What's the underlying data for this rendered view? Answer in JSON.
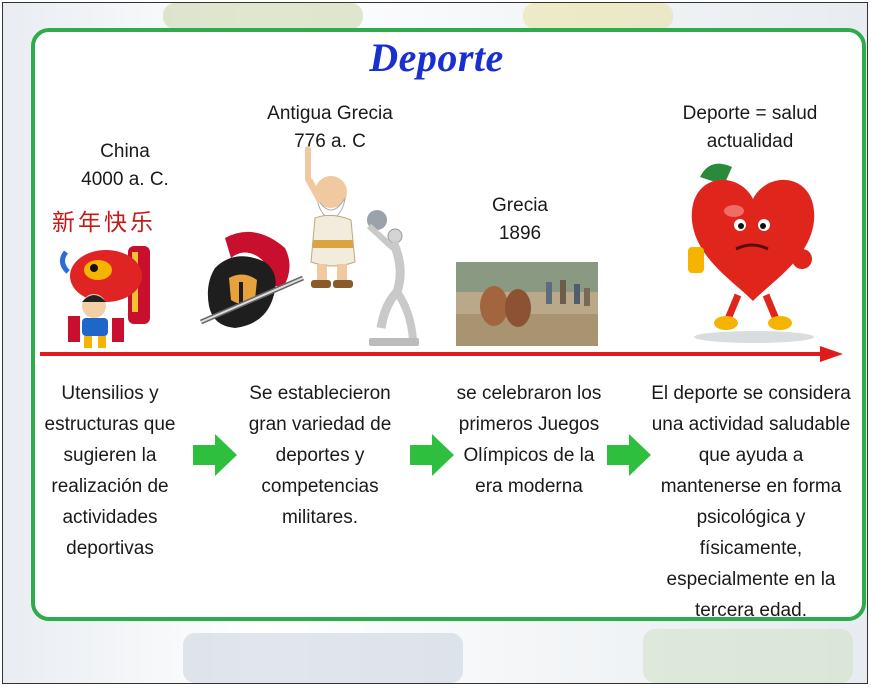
{
  "title": "Deporte",
  "stages": [
    {
      "heading_line1": "China",
      "heading_line2": "4000 a. C.",
      "illustration_text": "新年快乐",
      "description": [
        "Utensilios y",
        "estructuras que",
        "sugieren la",
        "realización de",
        "actividades",
        "deportivas"
      ]
    },
    {
      "heading_line1": "Antigua Grecia",
      "heading_line2": "776 a. C",
      "description": [
        "Se establecieron",
        "gran variedad de",
        "deportes y",
        "competencias",
        "militares."
      ]
    },
    {
      "heading_line1": "Grecia",
      "heading_line2": "1896",
      "description": [
        "se celebraron los",
        "primeros Juegos",
        "Olímpicos de la",
        "era moderna"
      ]
    },
    {
      "heading_line1": "Deporte = salud",
      "heading_line2": "actualidad",
      "description": [
        "El deporte se considera",
        "una actividad saludable",
        "que ayuda a",
        "mantenerse en forma",
        "psicológica y",
        "físicamente,",
        "especialmente en la",
        "tercera edad."
      ]
    }
  ],
  "colors": {
    "frame": "#2eab4a",
    "title": "#1a2fd0",
    "timeline": "#e01b1b",
    "arrows": "#2fbf3f"
  },
  "icons": [
    "dragon-dance-illustration",
    "spartan-warrior-illustration",
    "greek-philosopher-illustration",
    "discobolus-statue-illustration",
    "wrestling-photo",
    "heart-runner-illustration",
    "arrow-right-icon"
  ]
}
